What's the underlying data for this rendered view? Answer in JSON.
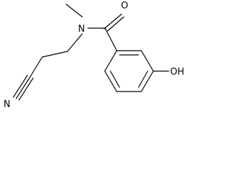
{
  "structure": {
    "atoms": {
      "oxygen_carbonyl": "O",
      "nitrogen_amide": "N",
      "nitrogen_nitrile": "N",
      "hydroxyl": "OH"
    }
  }
}
